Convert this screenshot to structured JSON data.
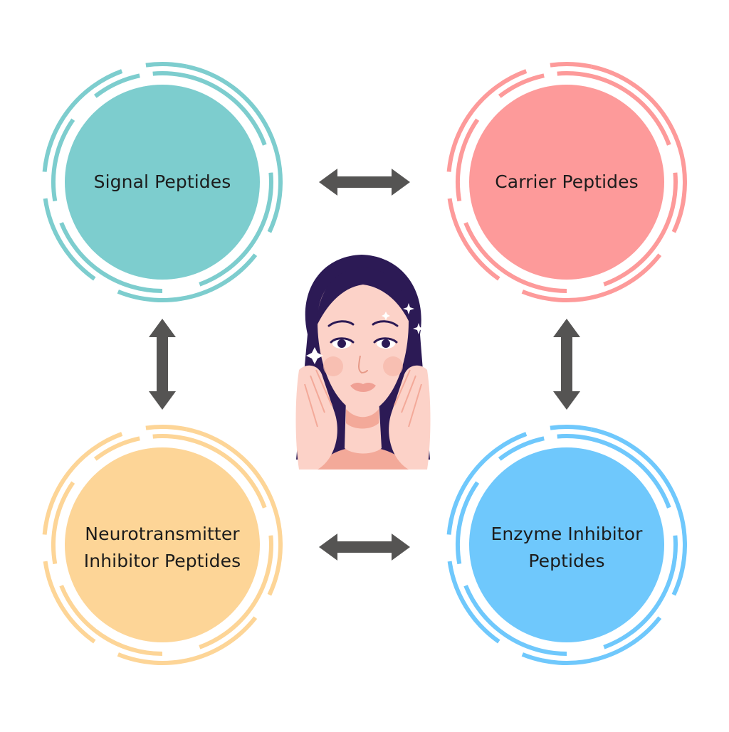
{
  "nodes": [
    {
      "id": "signal",
      "lines": [
        "Signal Peptides"
      ],
      "color": "#7dcdce"
    },
    {
      "id": "carrier",
      "lines": [
        "Carrier Peptides"
      ],
      "color": "#fd9a9a"
    },
    {
      "id": "neurotransmitter",
      "lines": [
        "Neurotransmitter",
        "Inhibitor Peptides"
      ],
      "color": "#fdd597"
    },
    {
      "id": "enzyme",
      "lines": [
        "Enzyme Inhibitor",
        "Peptides"
      ],
      "color": "#6fc8fc"
    }
  ],
  "connectors": [
    {
      "from": "signal",
      "to": "carrier"
    },
    {
      "from": "signal",
      "to": "neurotransmitter"
    },
    {
      "from": "carrier",
      "to": "enzyme"
    },
    {
      "from": "neurotransmitter",
      "to": "enzyme"
    }
  ],
  "colors": {
    "arrow": "#555453",
    "hair": "#2c1a55",
    "skin": "#fcd2c8",
    "skin_shadow": "#f3a999",
    "lips": "#f0a094",
    "cheeks": "#f6b7a8",
    "sparkle": "#ffffff"
  },
  "center_image": {
    "icon": "woman-skincare-illustration"
  }
}
